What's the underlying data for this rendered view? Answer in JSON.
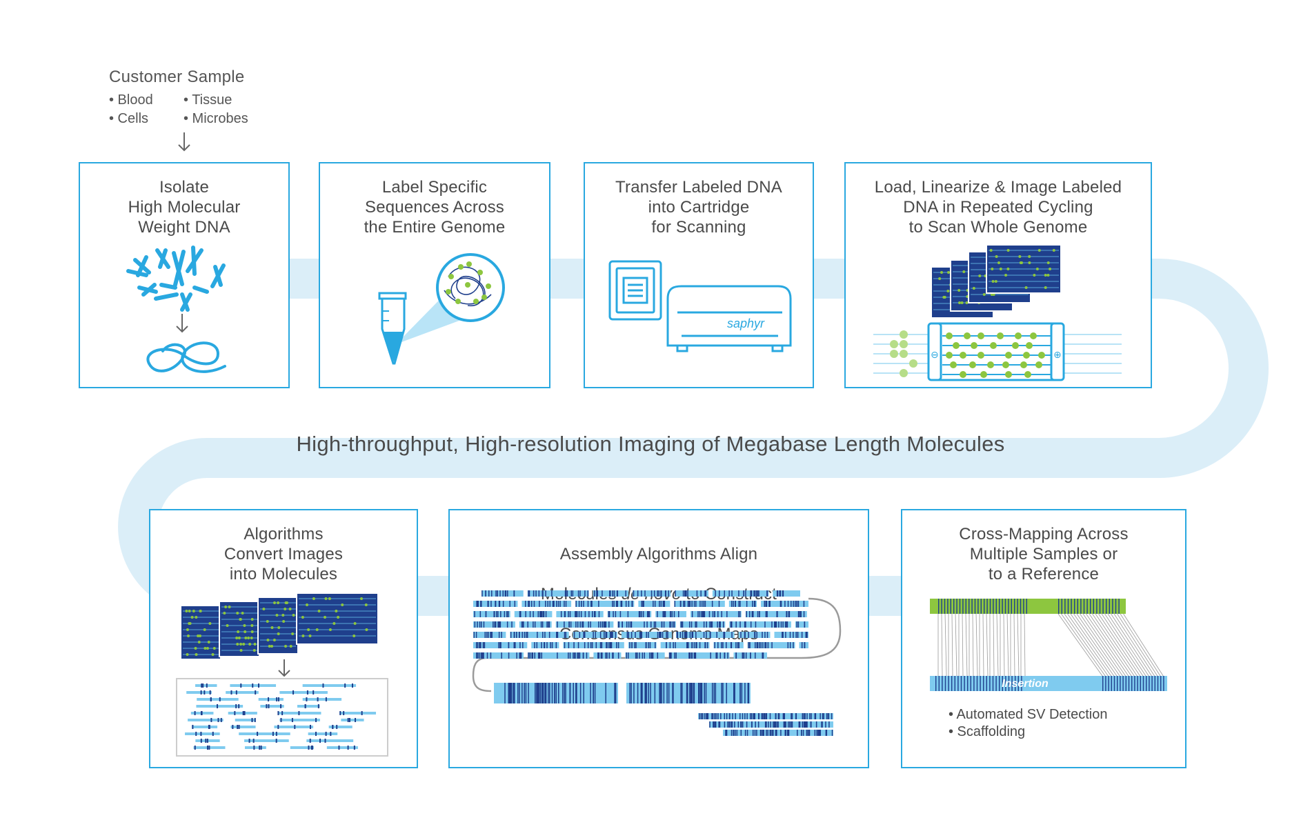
{
  "customer_sample": {
    "title": "Customer Sample",
    "items": [
      "• Blood",
      "• Tissue",
      "• Cells",
      "• Microbes"
    ]
  },
  "steps": [
    {
      "title": "Isolate\nHigh Molecular\nWeight DNA"
    },
    {
      "title": "Label Specific\nSequences Across\nthe Entire Genome"
    },
    {
      "title": "Transfer Labeled DNA\ninto Cartridge\nfor Scanning",
      "device_label": "saphyr"
    },
    {
      "title": "Load, Linearize & Image Labeled\nDNA in Repeated Cycling\nto Scan Whole Genome"
    },
    {
      "title": "Algorithms\nConvert Images\ninto Molecules"
    },
    {
      "title_line1": "Assembly Algorithms Align",
      "title_line2_pre": "Molecules ",
      "title_line2_em": "de novo",
      "title_line2_post": " to Construct",
      "title_line3": "Consensus Genome Maps"
    },
    {
      "title": "Cross-Mapping Across\nMultiple Samples or\nto a Reference",
      "insertion_label": "Insertion",
      "bullets": [
        "• Automated SV Detection",
        "• Scaffolding"
      ]
    }
  ],
  "banner": "High-throughput, High-resolution Imaging of Megabase Length Molecules",
  "colors": {
    "border": "#29a8e0",
    "path": "#dbeef8",
    "dna_blue": "#29a8e0",
    "dark_navy": "#1f3f8c",
    "label_green": "#8dc63f",
    "light_green": "#b6dd88",
    "light_blue": "#7fcbef"
  }
}
